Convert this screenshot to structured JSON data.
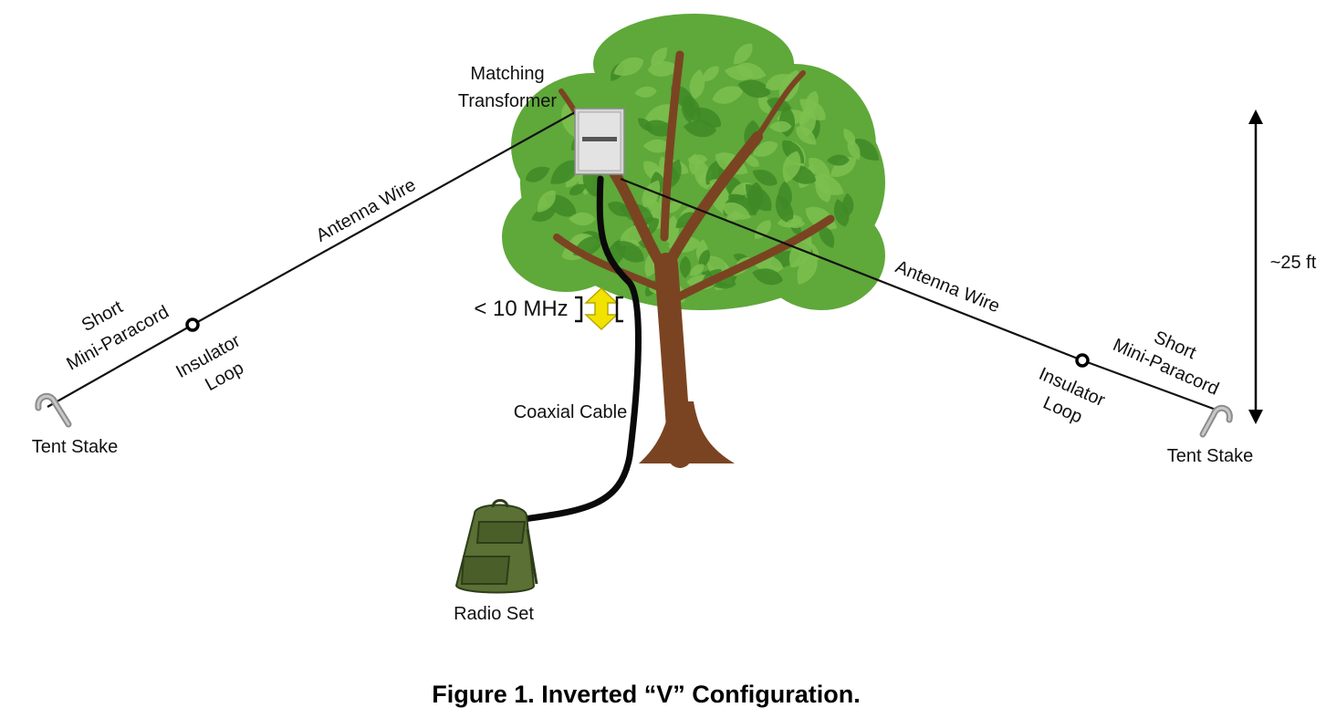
{
  "labels": {
    "matching_transformer_1": "Matching",
    "matching_transformer_2": "Transformer",
    "antenna_wire_left": "Antenna Wire",
    "antenna_wire_right": "Antenna Wire",
    "paracord_left_1": "Short",
    "paracord_left_2": "Mini-Paracord",
    "paracord_right_1": "Short",
    "paracord_right_2": "Mini-Paracord",
    "insulator_left_1": "Insulator",
    "insulator_left_2": "Loop",
    "insulator_right_1": "Insulator",
    "insulator_right_2": "Loop",
    "tent_stake_left": "Tent Stake",
    "tent_stake_right": "Tent Stake",
    "frequency": "< 10 MHz",
    "coax": "Coaxial Cable",
    "radio_set": "Radio Set",
    "height": "~25 ft"
  },
  "caption": "Figure 1.  Inverted “V” Configuration.",
  "icons": [
    "tree-icon",
    "matching-transformer-icon",
    "backpack-icon",
    "tent-stake-icon",
    "insulator-loop-icon",
    "double-arrow-icon"
  ],
  "colors": {
    "wire": "#111111",
    "coax": "#0a0a0a",
    "leaf": "#5fa83a",
    "leaf_dark": "#3e8a26",
    "trunk": "#7a4422",
    "backpack": "#5a7034",
    "arrow_yellow": "#f2e200",
    "stake": "#9a9a9a"
  }
}
